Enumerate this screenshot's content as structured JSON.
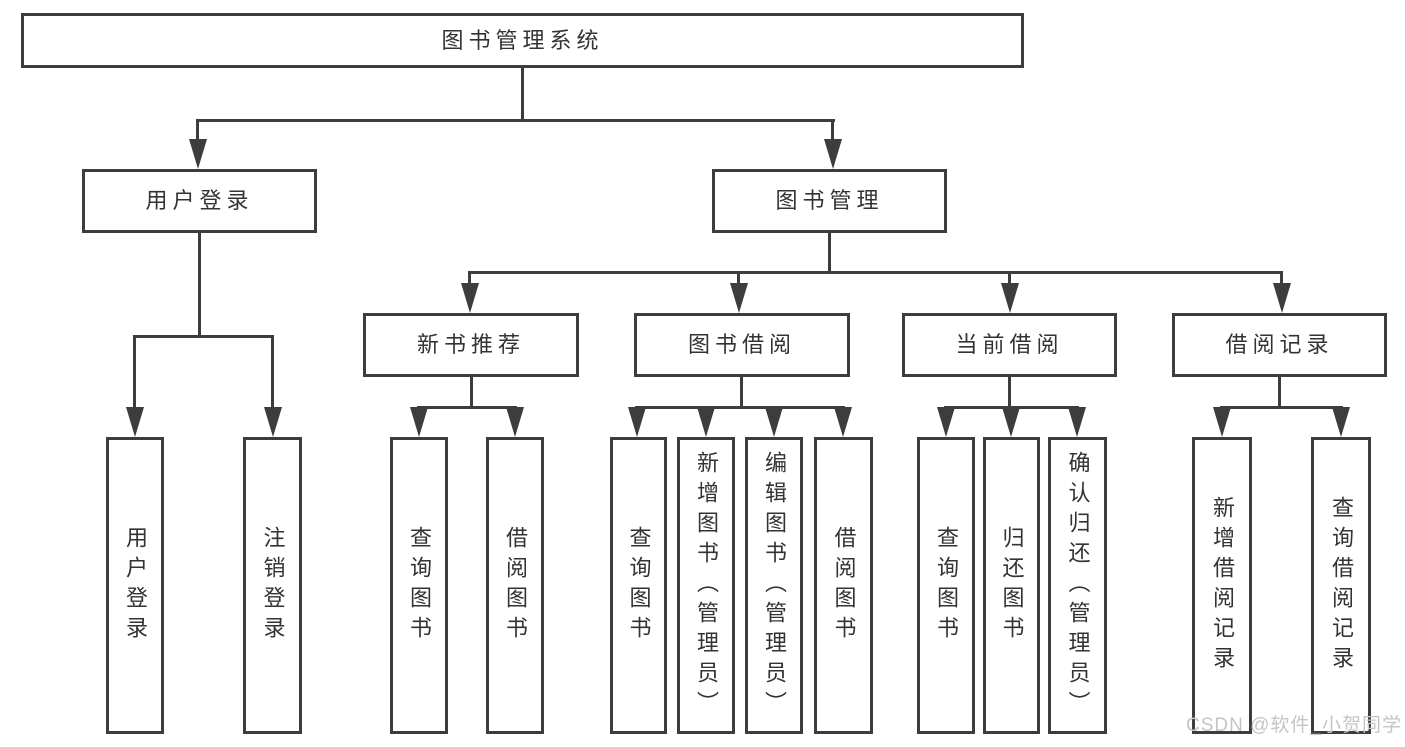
{
  "diagram": {
    "type": "tree",
    "root": {
      "label": "图书管理系统"
    },
    "branches": [
      {
        "label": "用户登录",
        "children": [
          {
            "label": "用户登录"
          },
          {
            "label": "注销登录"
          }
        ]
      },
      {
        "label": "图书管理",
        "children": [
          {
            "label": "新书推荐",
            "children": [
              {
                "label": "查询图书"
              },
              {
                "label": "借阅图书"
              }
            ]
          },
          {
            "label": "图书借阅",
            "children": [
              {
                "label": "查询图书"
              },
              {
                "label": "新增图书（管理员）"
              },
              {
                "label": "编辑图书（管理员）"
              },
              {
                "label": "借阅图书"
              }
            ]
          },
          {
            "label": "当前借阅",
            "children": [
              {
                "label": "查询图书"
              },
              {
                "label": "归还图书"
              },
              {
                "label": "确认归还（管理员）"
              }
            ]
          },
          {
            "label": "借阅记录",
            "children": [
              {
                "label": "新增借阅记录"
              },
              {
                "label": "查询借阅记录"
              }
            ]
          }
        ]
      }
    ]
  },
  "watermark": {
    "text": "CSDN @软件_小贺同学"
  },
  "colors": {
    "line": "#3d3d3d",
    "text": "#333333",
    "watermark": "#c5c5c5",
    "background": "#ffffff"
  }
}
